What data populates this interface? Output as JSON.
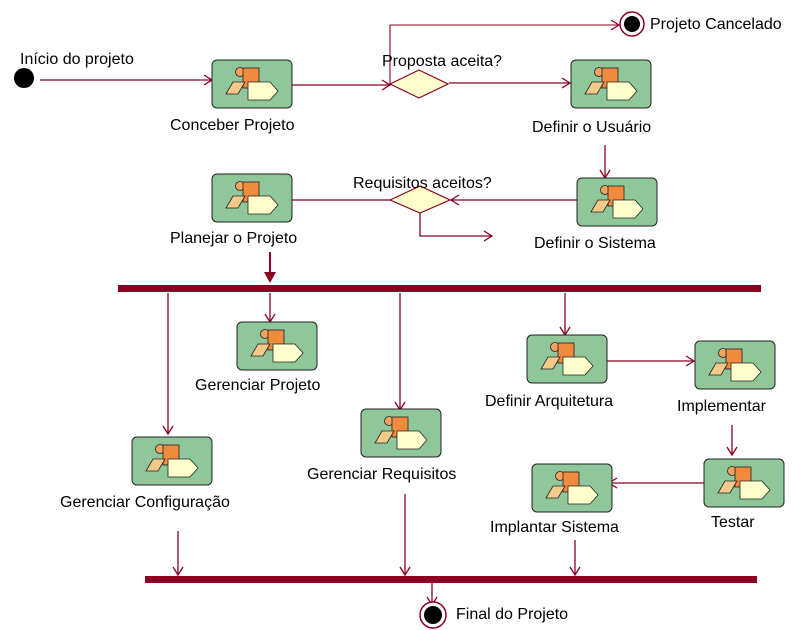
{
  "colors": {
    "line": "#8b0020",
    "bar": "#8b0020",
    "activity_fill": "#8fc79b",
    "activity_border": "#222222",
    "decision_fill": "#ffffcc",
    "node_fill": "#000000",
    "final_ring": "#8b0020"
  },
  "nodes": {
    "initial": {
      "label": "Início do projeto"
    },
    "cancel": {
      "label": "Projeto Cancelado"
    },
    "final": {
      "label": "Final do Projeto"
    }
  },
  "decisions": {
    "proposta": {
      "label": "Proposta aceita?"
    },
    "requisitos": {
      "label": "Requisitos aceitos?"
    }
  },
  "activities": {
    "conceber": {
      "label": "Conceber Projeto",
      "icon": "activity-icon"
    },
    "definir_usuario": {
      "label": "Definir o Usuário",
      "icon": "activity-icon"
    },
    "definir_sistema": {
      "label": "Definir o Sistema",
      "icon": "activity-icon"
    },
    "planejar": {
      "label": "Planejar o Projeto",
      "icon": "activity-icon"
    },
    "gerenciar_projeto": {
      "label": "Gerenciar Projeto",
      "icon": "activity-icon"
    },
    "gerenciar_requisitos": {
      "label": "Gerenciar Requisitos",
      "icon": "activity-icon"
    },
    "gerenciar_configuracao": {
      "label": "Gerenciar Configuração",
      "icon": "activity-icon"
    },
    "definir_arquitetura": {
      "label": "Definir Arquitetura",
      "icon": "activity-icon"
    },
    "implementar": {
      "label": "Implementar",
      "icon": "activity-icon"
    },
    "testar": {
      "label": "Testar",
      "icon": "activity-icon"
    },
    "implantar": {
      "label": "Implantar Sistema",
      "icon": "activity-icon"
    }
  }
}
